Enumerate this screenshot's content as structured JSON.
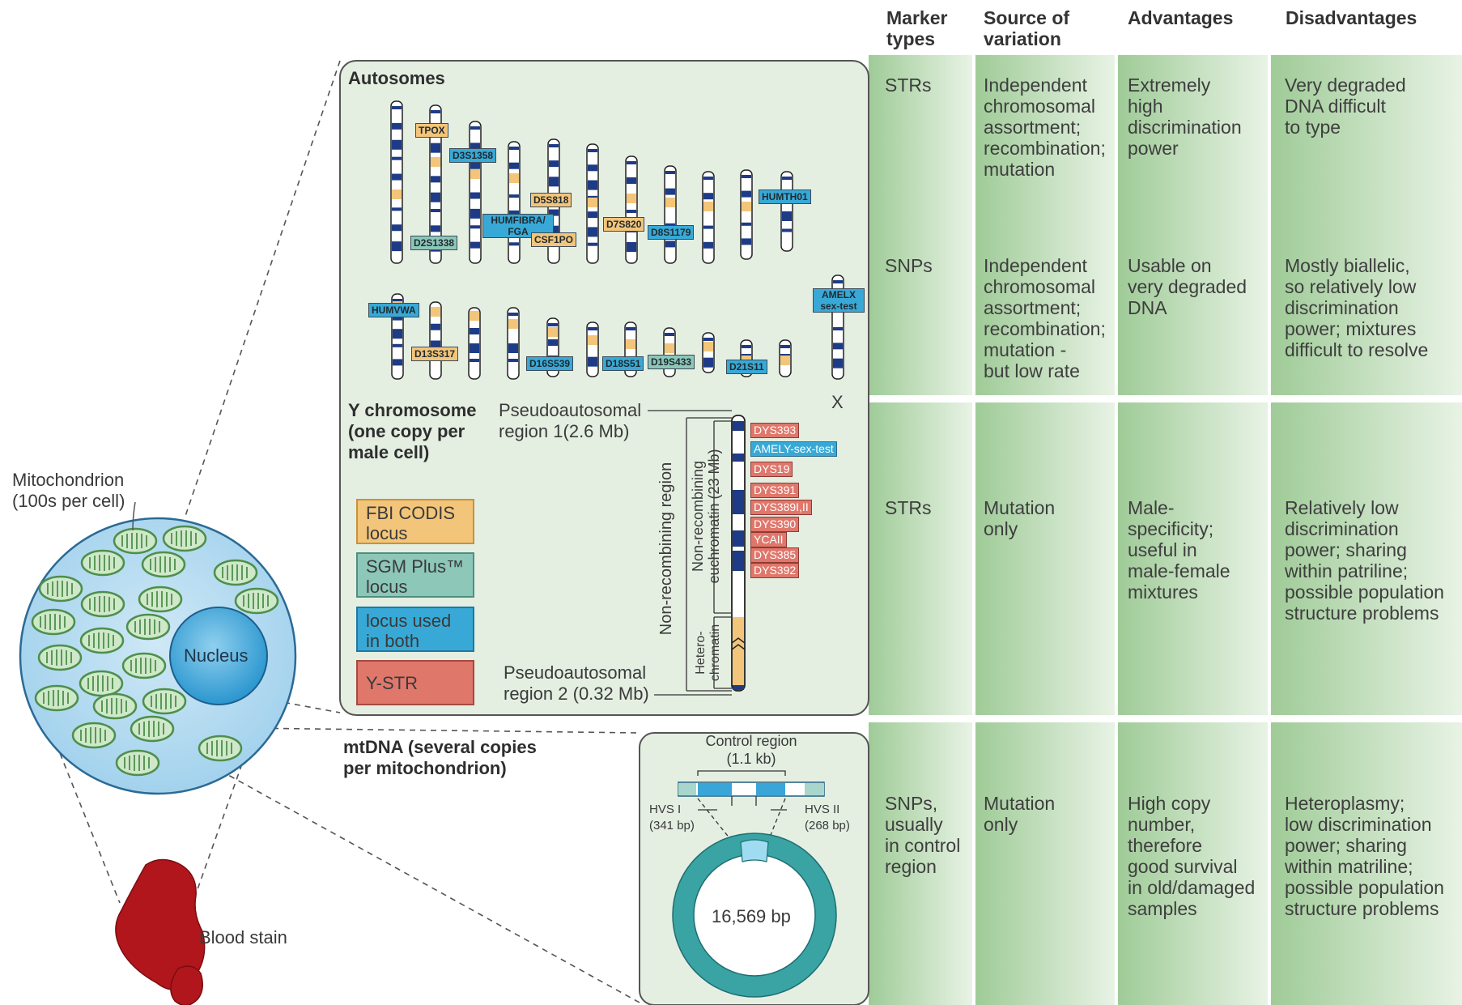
{
  "table": {
    "headers": {
      "marker_types": "Marker\ntypes",
      "source": "Source of\nvariation",
      "advantages": "Advantages",
      "disadvantages": "Disadvantages"
    },
    "rows": [
      {
        "marker": "STRs",
        "source": "Independent\nchromosomal\nassortment;\nrecombination;\nmutation",
        "advantages": "Extremely\nhigh\ndiscrimination\npower",
        "disadvantages": "Very degraded\nDNA difficult\nto type"
      },
      {
        "marker": "SNPs",
        "source": "Independent\nchromosomal\nassortment;\nrecombination;\nmutation -\nbut low rate",
        "advantages": "Usable on\nvery degraded\nDNA",
        "disadvantages": "Mostly biallelic,\nso relatively low\ndiscrimination\npower; mixtures\ndifficult to resolve"
      },
      {
        "marker": "STRs",
        "source": "Mutation\nonly",
        "advantages": "Male-\nspecificity;\nuseful in\nmale-female\nmixtures",
        "disadvantages": "Relatively low\ndiscrimination\npower; sharing\nwithin patriline;\npossible population\nstructure problems"
      },
      {
        "marker": "SNPs,\nusually\nin control\nregion",
        "source": "Mutation\nonly",
        "advantages": "High copy\nnumber,\ntherefore\ngood survival\nin old/damaged\nsamples",
        "disadvantages": "Heteroplasmy;\nlow discrimination\npower; sharing\nwithin matriline;\npossible population\nstructure problems"
      }
    ]
  },
  "autosomes": {
    "title": "Autosomes",
    "x_label": "X",
    "loci": {
      "tpox": "TPOX",
      "d3s1358": "D3S1358",
      "d5s818": "D5S818",
      "humfibra": "HUMFIBRA/\nFGA",
      "csf1po": "CSF1PO",
      "d7s820": "D7S820",
      "d8s1179": "D8S1179",
      "humth01": "HUMTH01",
      "d2s1338": "D2S1338",
      "humvwa": "HUMVWA",
      "d13s317": "D13S317",
      "d16s539": "D16S539",
      "d18s51": "D18S51",
      "d19s433": "D19S433",
      "d21s11": "D21S11",
      "amelx": "AMELX\nsex-test"
    }
  },
  "ychrom": {
    "title": "Y chromosome\n(one copy per\nmale cell)",
    "par1": "Pseudoautosomal\nregion 1(2.6 Mb)",
    "par2": "Pseudoautosomal\nregion 2 (0.32 Mb)",
    "nonrec_region": "Non-recombining region",
    "nonrec_euchromatin": "Non-recombining\neuchromatin (23 Mb)",
    "heterochromatin": "Hetero-\nchromatin",
    "loci": [
      "DYS393",
      "AMELY-sex-test",
      "DYS19",
      "DYS391",
      "DYS389I,II",
      "DYS390",
      "YCAII",
      "DYS385",
      "DYS392"
    ]
  },
  "legend": {
    "fbi": "FBI CODIS\nlocus",
    "sgm": "SGM Plus™\nlocus",
    "both": "locus used\nin both",
    "ystr": "Y-STR"
  },
  "cell": {
    "mito_label": "Mitochondrion\n(100s per cell)",
    "nucleus_label": "Nucleus",
    "blood_label": "Blood stain"
  },
  "mtdna": {
    "title": "mtDNA (several copies\nper mitochondrion)",
    "control_region": "Control region\n(1.1 kb)",
    "hvs1": "HVS I\n(341 bp)",
    "hvs2": "HVS II\n(268 bp)",
    "genome_size": "16,569 bp"
  },
  "colors": {
    "fbi": "#f3c57a",
    "sgm": "#8cc7b8",
    "both": "#38a9d6",
    "ystr": "#e0776b",
    "panel": "#e4efe2",
    "column_green": "#9fcb97",
    "chrom_band": "#1d3b86",
    "cell_blue": "#b6dcf0"
  }
}
